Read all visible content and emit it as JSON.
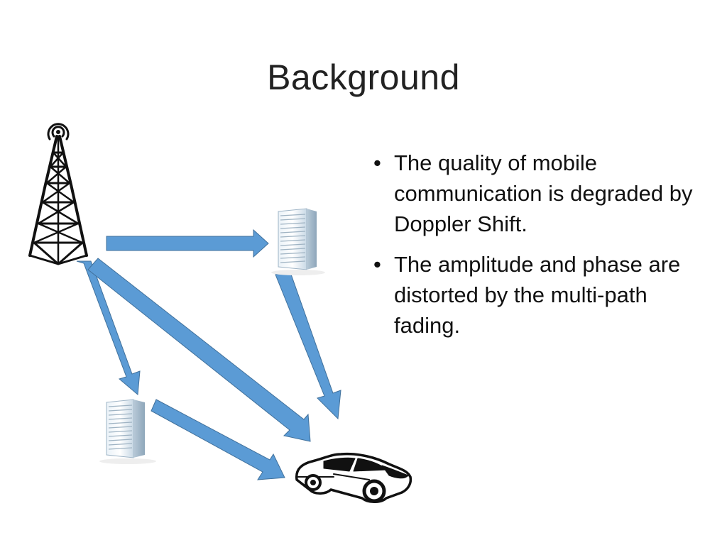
{
  "slide": {
    "title": "Background",
    "bullets": [
      "The quality of mobile communication is degraded  by Doppler Shift.",
      "The amplitude and phase are distorted by the multi-path fading."
    ]
  },
  "diagram": {
    "nodes": [
      {
        "id": "tower",
        "icon": "cell-tower-icon"
      },
      {
        "id": "building-upper",
        "icon": "office-building-icon"
      },
      {
        "id": "building-lower",
        "icon": "office-building-icon"
      },
      {
        "id": "car",
        "icon": "sports-car-icon"
      }
    ],
    "edges": [
      {
        "from": "tower",
        "to": "building-upper"
      },
      {
        "from": "tower",
        "to": "building-lower"
      },
      {
        "from": "tower",
        "to": "car"
      },
      {
        "from": "building-upper",
        "to": "car"
      },
      {
        "from": "building-lower",
        "to": "car"
      }
    ]
  },
  "colors": {
    "arrow_fill": "#5b9bd5",
    "arrow_stroke": "#41719c",
    "text": "#111111"
  }
}
